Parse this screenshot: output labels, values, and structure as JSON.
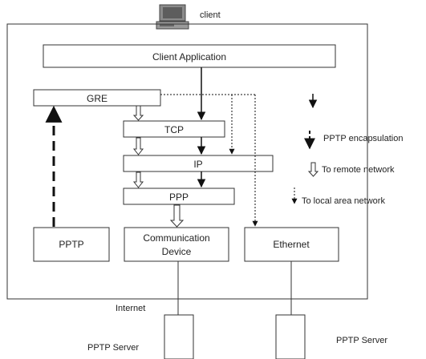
{
  "client_label": "client",
  "boxes": {
    "client_application": "Client Application",
    "gre": "GRE",
    "tcp": "TCP",
    "ip": "IP",
    "ppp": "PPP",
    "pptp": "PPTP",
    "comm_device_line1": "Communication",
    "comm_device_line2": "Device",
    "ethernet": "Ethernet"
  },
  "legend": {
    "pptp_encapsulation": "PPTP encapsulation",
    "remote_network": "To remote network",
    "local_area_network": "To local area network"
  },
  "internet_label": "Internet",
  "pptp_server_left": "PPTP Server",
  "pptp_server_right": "PPTP Server"
}
